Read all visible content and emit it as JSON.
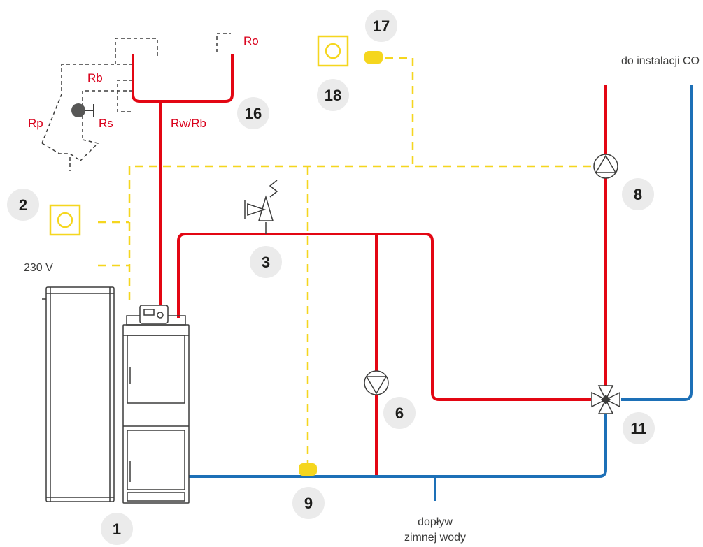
{
  "colors": {
    "hot": "#e30613",
    "cold": "#1d70b7",
    "signal": "#f5d61e",
    "line": "#3c3c3b",
    "badge": "#ebebeb",
    "label_red": "#d9001b"
  },
  "numbers": {
    "n1": "1",
    "n2": "2",
    "n3": "3",
    "n6": "6",
    "n8": "8",
    "n9": "9",
    "n11": "11",
    "n16": "16",
    "n17": "17",
    "n18": "18"
  },
  "labels": {
    "ro": "Ro",
    "rb": "Rb",
    "rp": "Rp",
    "rs": "Rs",
    "rw_rb": "Rw/Rb",
    "voltage": "230 V",
    "outlet": "do instalacji CO",
    "inlet_line1": "dopływ",
    "inlet_line2": "zimnej wody"
  },
  "icons": [
    "room-sensor-icon",
    "temperature-sensor-icon",
    "pump-icon",
    "safety-valve-icon",
    "four-way-valve-icon",
    "boiler-controller-icon",
    "fuel-container-icon",
    "boiler-icon"
  ]
}
